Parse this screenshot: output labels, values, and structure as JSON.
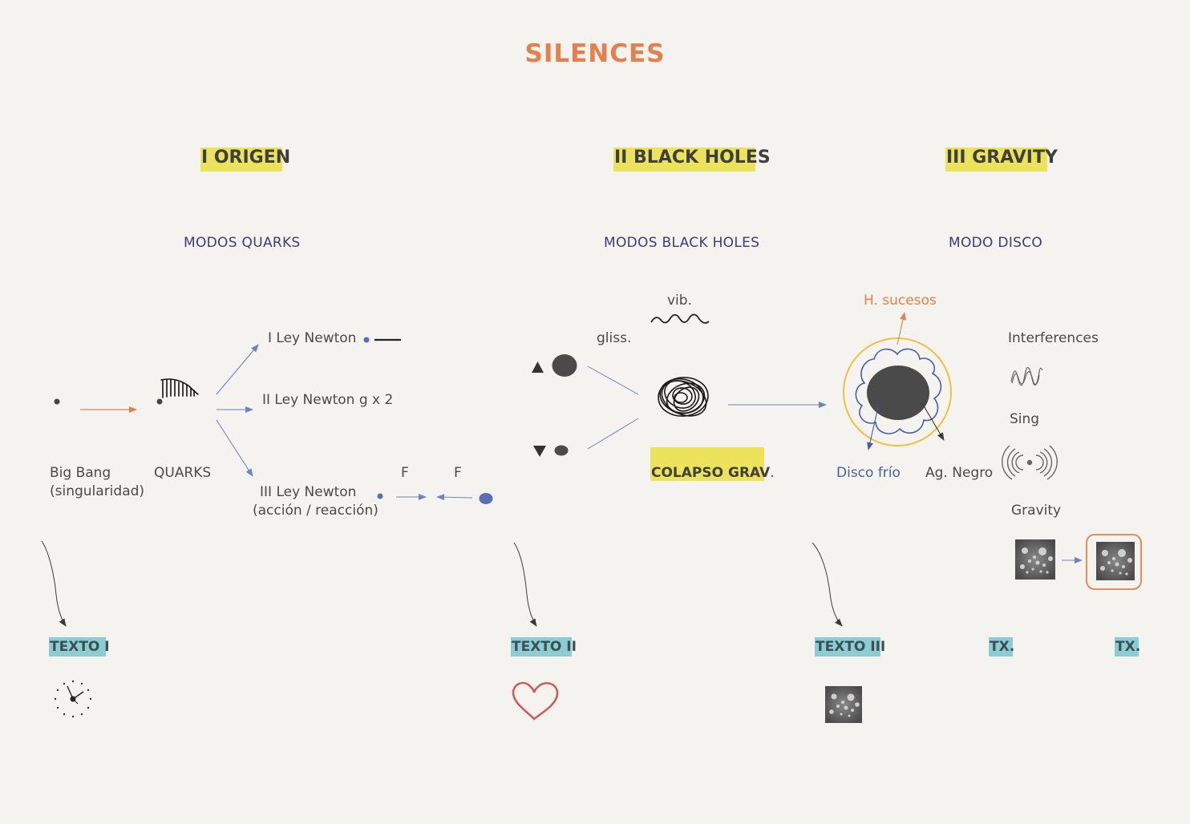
{
  "title": "SILENCES",
  "colors": {
    "title": "#e6804a",
    "section_highlight": "#ece25c",
    "text_highlight": "#8ccdd3",
    "arrow_blue": "#6f82c2",
    "arrow_orange": "#e6804a",
    "event_horizon": "#f0c040",
    "disk_blue": "#4b5da8"
  },
  "sections": [
    {
      "heading": "I ORIGEN",
      "mode": "MODOS QUARKS"
    },
    {
      "heading": "II BLACK HOLES",
      "mode": "MODOS BLACK HOLES"
    },
    {
      "heading": "III GRAVITY",
      "mode": "MODO DISCO"
    }
  ],
  "origen": {
    "big_bang": "Big Bang",
    "big_bang_sub": "(singularidad)",
    "quarks": "QUARKS",
    "law1": "I Ley Newton",
    "law2": "II Ley Newton g x 2",
    "law3": "III Ley Newton",
    "law3_sub": "(acción / reacción)",
    "force_left": "F",
    "force_right": "F"
  },
  "black_holes": {
    "vib": "vib.",
    "gliss": "gliss.",
    "collapse": "COLAPSO GRAV",
    "collapse_suffix": "."
  },
  "gravity": {
    "horizon": "H. sucesos",
    "cold_disk": "Disco frío",
    "black_agent": "Ag. Negro",
    "interferences": "Interferences",
    "sing": "Sing",
    "gravity": "Gravity"
  },
  "texts": [
    "TEXTO I",
    "TEXTO II",
    "TEXTO III",
    "TX.",
    "TX."
  ],
  "icons": [
    "clock-icon",
    "heart-icon",
    "particles-icon",
    "wave-icon",
    "vibration-rings-icon",
    "scribble-icon",
    "squiggle-icon"
  ]
}
